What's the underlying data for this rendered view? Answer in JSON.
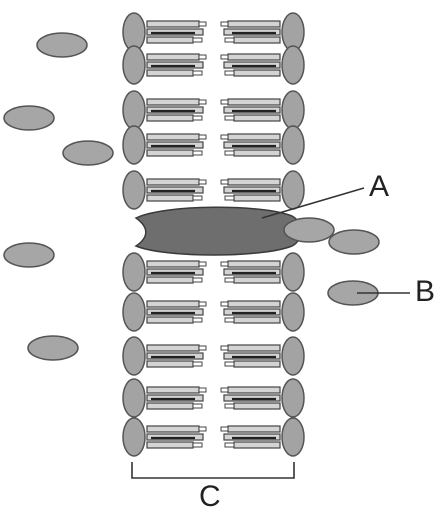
{
  "labels": {
    "a": "A",
    "b": "B",
    "c": "C"
  },
  "colors": {
    "head_fill": "#a3a3a3",
    "head_stroke": "#555555",
    "tail_fill": "#d4d4d4",
    "tail_stroke": "#444444",
    "protein_fill": "#6e6e6e",
    "molecule_fill": "#a6a6a6",
    "line": "#333333"
  }
}
